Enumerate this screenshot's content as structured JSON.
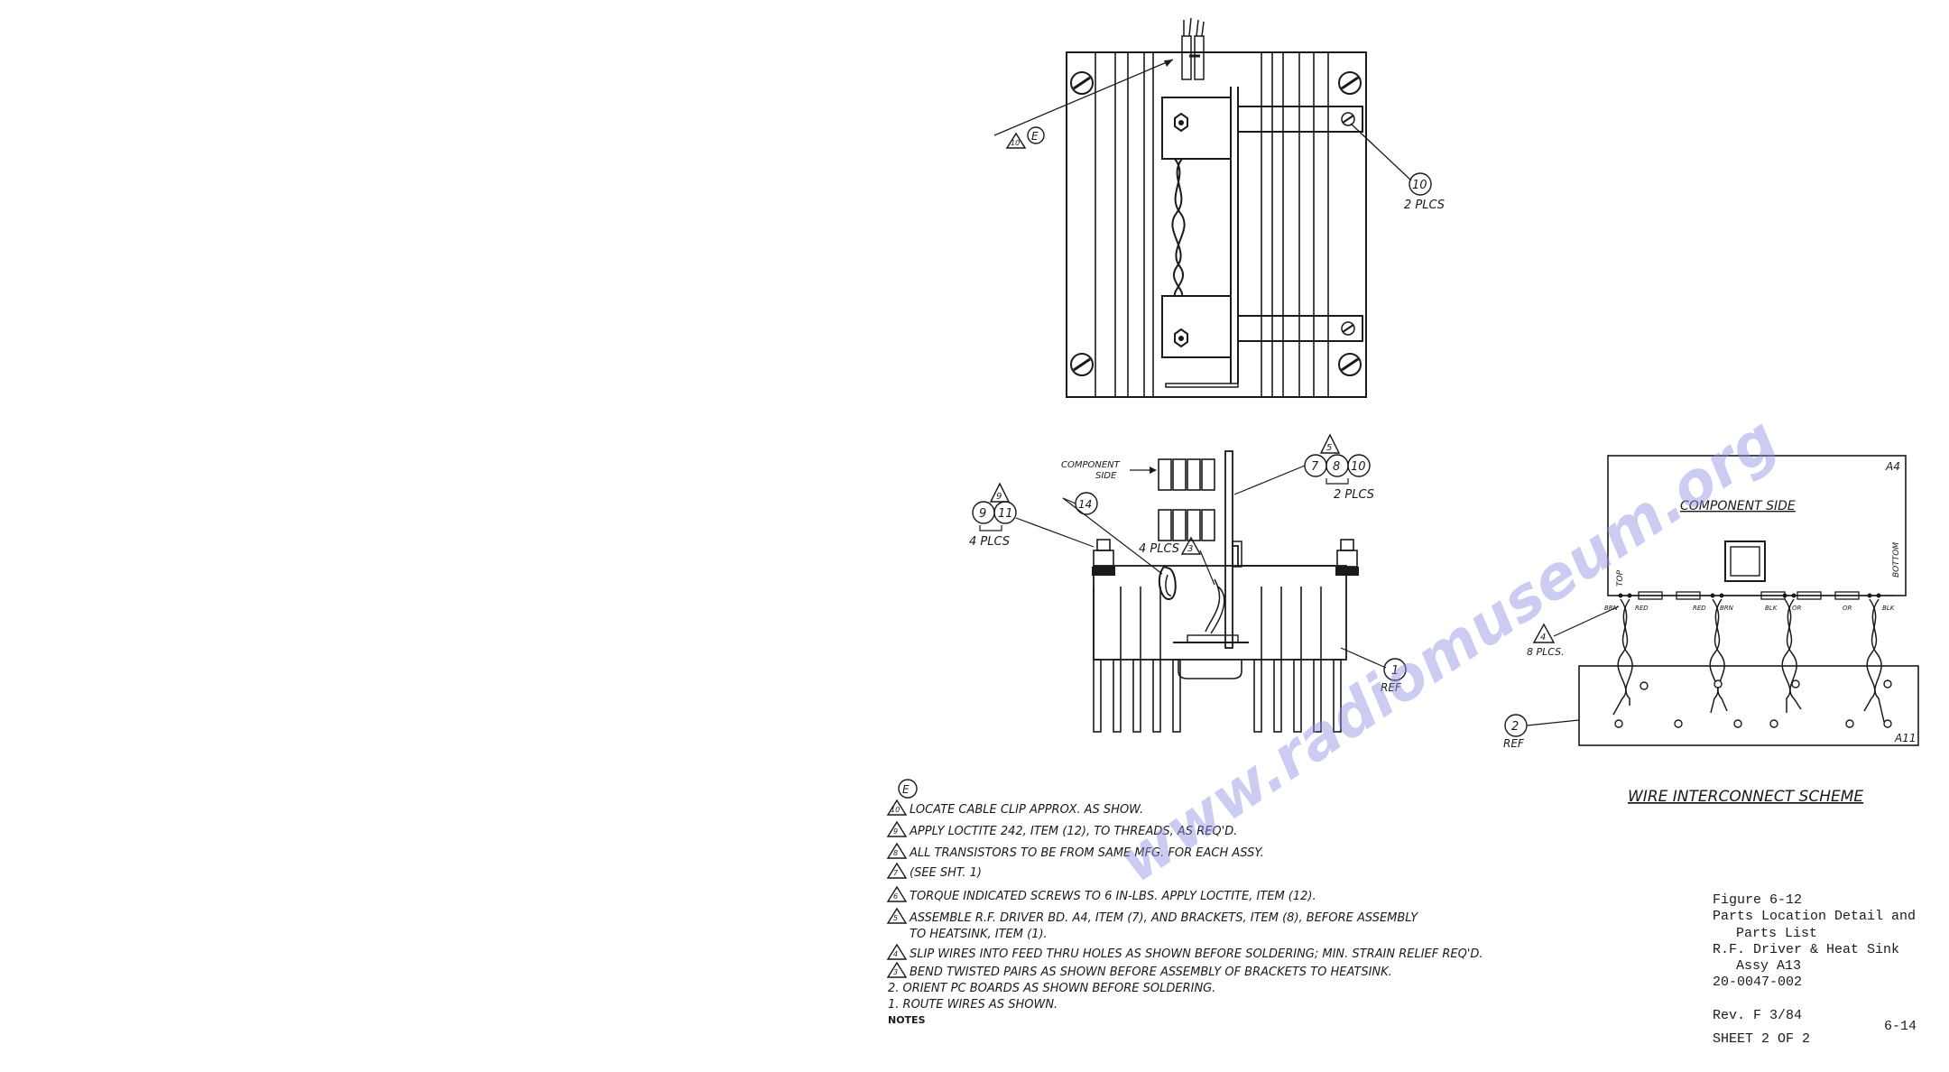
{
  "watermark": "www.radiomuseum.org",
  "callouts": {
    "top_e_flag": "10",
    "top_e_rev": "E",
    "item10": "10",
    "item10_qty": "2 PLCS",
    "component_side": "COMPONENT",
    "component_side2": "SIDE",
    "flag5": "5",
    "item7": "7",
    "item8": "8",
    "item10b": "10",
    "qty_2plcs": "2 PLCS",
    "flag9": "9",
    "item9": "9",
    "item11": "11",
    "qty_4plcs": "4 PLCS",
    "item14": "14",
    "qty_4plcs_b": "4 PLCS",
    "flag3": "3",
    "item1": "1",
    "ref1": "REF"
  },
  "scheme": {
    "board_a4": "A4",
    "component_side": "COMPONENT SIDE",
    "top": "TOP",
    "bottom": "BOTTOM",
    "pins": [
      "BRN",
      "RED",
      "RED",
      "BRN",
      "BLK",
      "OR",
      "OR",
      "BLK"
    ],
    "flag4": "4",
    "qty_8plcs": "8 PLCS.",
    "item2": "2",
    "ref2": "REF",
    "board_a11": "A11",
    "title": "WIRE INTERCONNECT SCHEME"
  },
  "notes": {
    "rev_circle": "E",
    "items": [
      {
        "flag": "10",
        "text": "LOCATE CABLE CLIP APPROX. AS SHOW."
      },
      {
        "flag": "9",
        "text": "APPLY LOCTITE 242, ITEM (12), TO THREADS, AS REQ'D."
      },
      {
        "flag": "8",
        "text": "ALL TRANSISTORS TO BE FROM SAME MFG. FOR EACH ASSY."
      },
      {
        "flag": "7",
        "text": "(SEE SHT. 1)"
      },
      {
        "flag": "6",
        "text": "TORQUE INDICATED SCREWS TO 6 IN-LBS.   APPLY LOCTITE, ITEM (12)."
      },
      {
        "flag": "5",
        "text": "ASSEMBLE R.F. DRIVER BD. A4, ITEM (7), AND BRACKETS, ITEM (8), BEFORE ASSEMBLY"
      },
      {
        "flag": "",
        "text": "TO HEATSINK, ITEM (1)."
      },
      {
        "flag": "4",
        "text": "SLIP WIRES INTO FEED THRU HOLES AS SHOWN BEFORE SOLDERING; MIN. STRAIN RELIEF REQ'D."
      },
      {
        "flag": "3",
        "text": "BEND TWISTED PAIRS AS SHOWN BEFORE ASSEMBLY OF BRACKETS  TO HEATSINK."
      },
      {
        "flag": "",
        "text": "2. ORIENT PC BOARDS AS SHOWN BEFORE SOLDERING."
      },
      {
        "flag": "",
        "text": "1. ROUTE WIRES AS SHOWN."
      }
    ],
    "heading": "NOTES"
  },
  "title_block": {
    "figure": "Figure 6-12",
    "line1": "Parts Location Detail and",
    "line2": "Parts List",
    "line3": "R.F. Driver & Heat Sink",
    "line4": "Assy A13",
    "part_no": "20-0047-002",
    "rev": "Rev. F  3/84",
    "sheet": "SHEET 2 OF 2",
    "page": "6-14"
  }
}
